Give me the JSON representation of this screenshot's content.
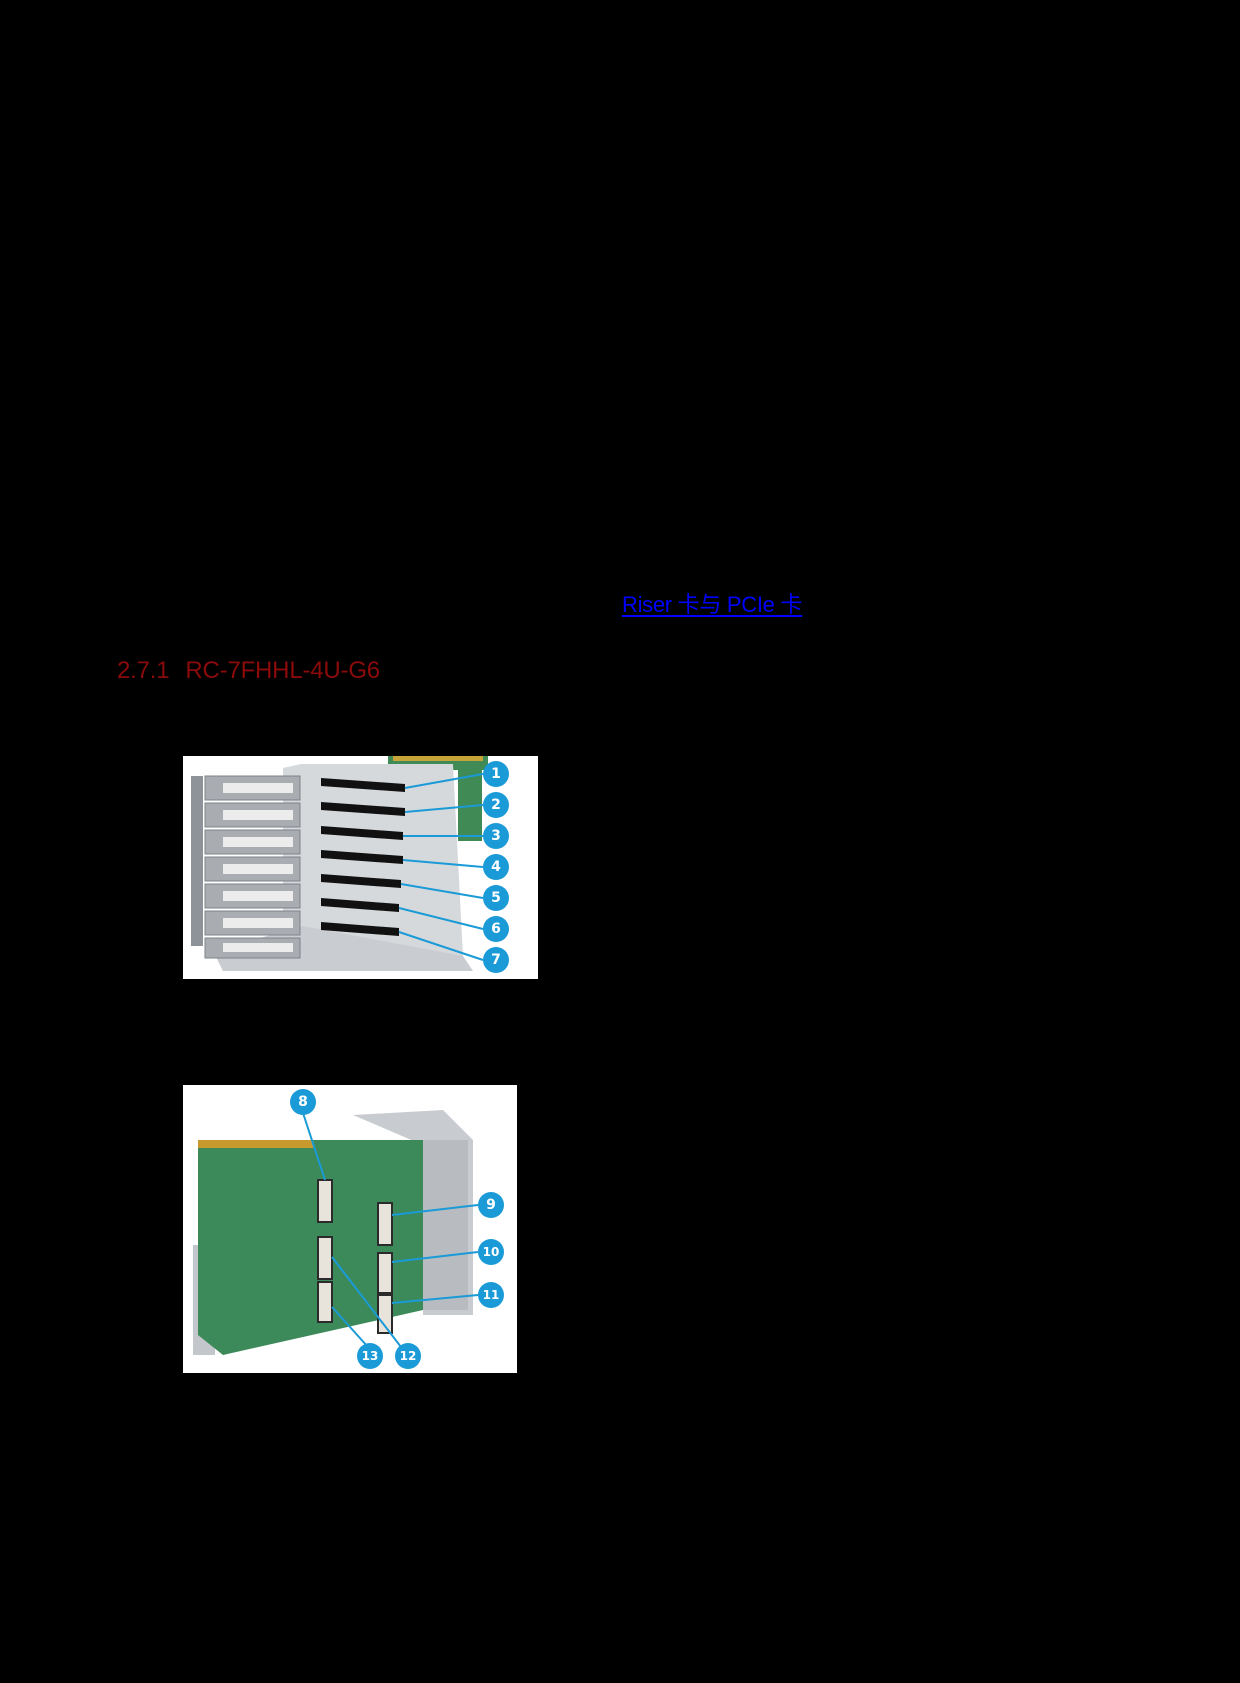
{
  "document": {
    "link": {
      "text": "Riser 卡与 PCIe 卡",
      "color": "#0000ff"
    },
    "section": {
      "number": "2.7.1",
      "title": "RC-7FHHL-4U-G6",
      "color": "#8b0a0a"
    },
    "figures": [
      {
        "id": "riser-front",
        "description": "Riser card cage with seven PCIe slots",
        "callouts": [
          "1",
          "2",
          "3",
          "4",
          "5",
          "6",
          "7"
        ]
      },
      {
        "id": "riser-back",
        "description": "Rear side of riser card board with connectors",
        "callouts": [
          "8",
          "9",
          "10",
          "11",
          "12",
          "13"
        ]
      }
    ],
    "callout_color": "#1a9ad6"
  }
}
